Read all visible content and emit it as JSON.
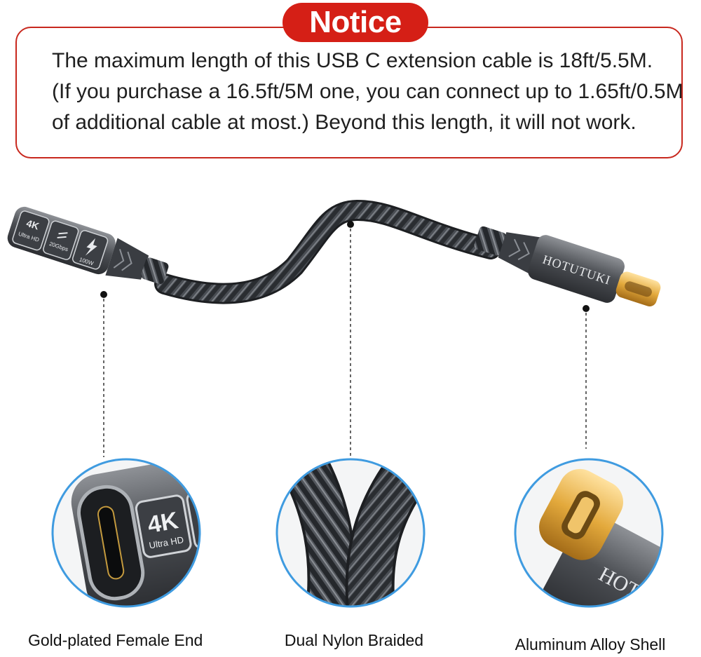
{
  "notice": {
    "title": "Notice",
    "lines": [
      "The maximum length of this USB C extension cable is 18ft/5.5M.",
      "(If you purchase a 16.5ft/5M one, you can connect up to 1.65ft/0.5M",
      "of additional cable at most.) Beyond this length, it will not work."
    ]
  },
  "product": {
    "brand": "HOTUTUKI",
    "badges": [
      "4K",
      "Ultra HD",
      "20Gbps",
      "100W"
    ],
    "zoom_brand_fragment": "HOT"
  },
  "features": [
    {
      "label": "Gold-plated Female End"
    },
    {
      "label": "Dual Nylon Braided"
    },
    {
      "label": "Aluminum Alloy Shell"
    }
  ],
  "colors": {
    "accent": "#d51f16",
    "ring": "#3f9be0",
    "gold": "#e3a93c",
    "braid": "#2a2d31"
  }
}
